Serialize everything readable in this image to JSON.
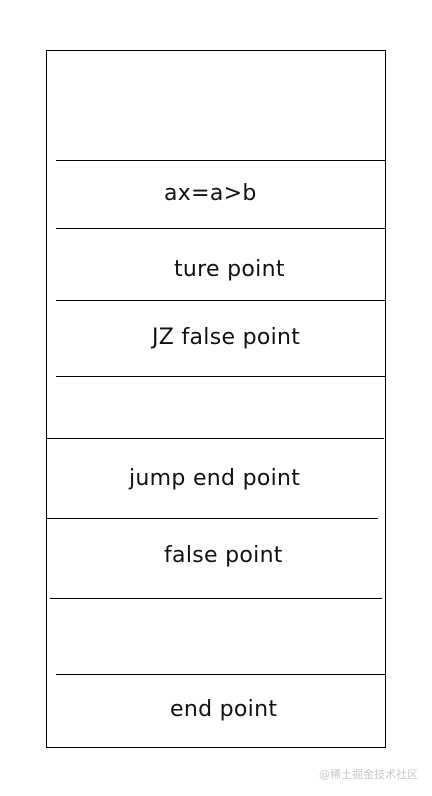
{
  "diagram": {
    "cells": [
      {
        "id": "empty-top",
        "label": ""
      },
      {
        "id": "compare",
        "label": "ax=a>b"
      },
      {
        "id": "true-point",
        "label": "ture point"
      },
      {
        "id": "jz-false-point",
        "label": "JZ false point"
      },
      {
        "id": "empty-mid",
        "label": ""
      },
      {
        "id": "jump-end-point",
        "label": "jump end point"
      },
      {
        "id": "false-point",
        "label": "false point"
      },
      {
        "id": "empty-low",
        "label": ""
      },
      {
        "id": "end-point",
        "label": "end point"
      }
    ]
  },
  "watermark": "@稀土掘金技术社区"
}
